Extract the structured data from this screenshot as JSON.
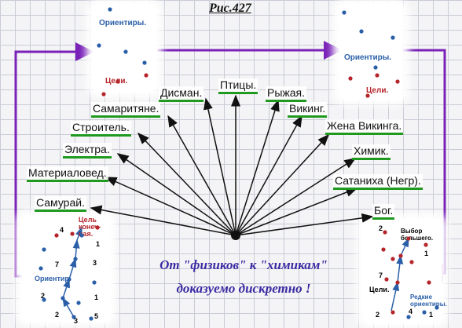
{
  "figure": {
    "title": "Рис.427",
    "top_left": {
      "orientirs": "Ориентиры.",
      "goals": "Цели."
    },
    "top_right": {
      "orientirs": "Ориентиры.",
      "goals": "Цели."
    },
    "labels": [
      "Самурай.",
      "Материаловед.",
      "Электра.",
      "Строитель.",
      "Самаритяне.",
      "Дисман.",
      "Птицы.",
      "Рыжая.",
      "Викинг.",
      "Жена Викинга.",
      "Химик.",
      "Сатаниха (Негр).",
      "Бог."
    ],
    "caption_line1": "От \"физиков\" к \"химикам\"",
    "caption_line2": "доказуемо дискретно !",
    "bottom_left": {
      "goal_final": "Цель\nконеч-\nная.",
      "orientir": "Ориентир",
      "numbers": [
        "4",
        "1",
        "3",
        "7",
        "2",
        "1",
        "2",
        "3",
        "5"
      ]
    },
    "bottom_right": {
      "choice": "Выбор\nбольшего.",
      "goals": "Цели.",
      "rare": "Редкие\nориентиры.",
      "numbers": [
        "2",
        "7",
        "1",
        "2",
        "4",
        "1"
      ]
    },
    "colors": {
      "arrow": "#7a21b8",
      "underline": "#1f9a1f",
      "caption": "#3a2aa2",
      "blue_dot": "#2a5fa8",
      "red_dot": "#b5252a"
    }
  }
}
